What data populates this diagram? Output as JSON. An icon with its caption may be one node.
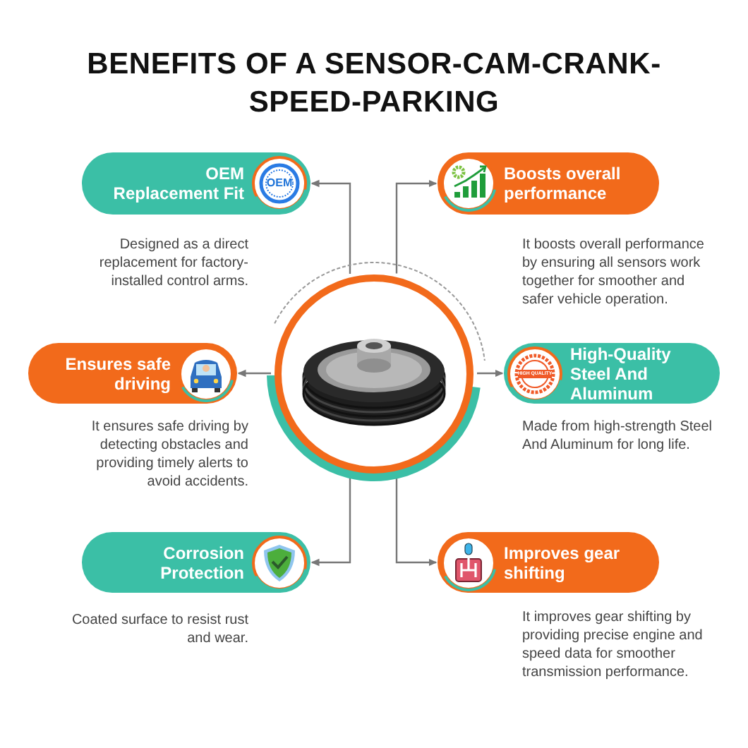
{
  "diagram": {
    "title": "BENEFITS OF A SENSOR-CAM-CRANK-SPEED-PARKING",
    "nodes": [
      {
        "text": [],
        "shape": "picture"
      },
      {
        "text": [
          "OEM Replacement Fit"
        ],
        "beside": [
          "Designed as a direct replacement for factory-installed control arms."
        ]
      },
      {
        "text": [
          "Boosts overall performance"
        ],
        "beside": [
          "It boosts overall performance by ensuring all sensors work together for smoother and safer vehicle operation."
        ]
      },
      {
        "text": [
          "Ensures safe driving"
        ],
        "beside": [
          "It ensures safe driving by detecting obstacles and providing timely alerts to avoid accidents."
        ]
      },
      {
        "text": [
          "High-Quality Steel And Aluminum"
        ],
        "beside": [
          "Made from high-strength Steel And Aluminum for long life."
        ]
      },
      {
        "text": [
          "Corrosion Protection"
        ],
        "beside": [
          "Coated surface to resist rust and wear."
        ]
      },
      {
        "text": [
          "Improves gear shifting"
        ],
        "beside": [
          "It improves gear shifting by providing precise engine and speed data for smoother transmission performance."
        ]
      }
    ],
    "edges": [
      {
        "from": 0,
        "to": 1,
        "arrow": "to"
      },
      {
        "from": 0,
        "to": 2,
        "arrow": "to"
      },
      {
        "from": 0,
        "to": 3,
        "arrow": "to"
      },
      {
        "from": 0,
        "to": 4,
        "arrow": "to"
      },
      {
        "from": 0,
        "to": 5,
        "arrow": "to"
      },
      {
        "from": 0,
        "to": 6,
        "arrow": "to"
      }
    ],
    "labels": [
      "OEM",
      "HIGH QUALITY"
    ]
  }
}
